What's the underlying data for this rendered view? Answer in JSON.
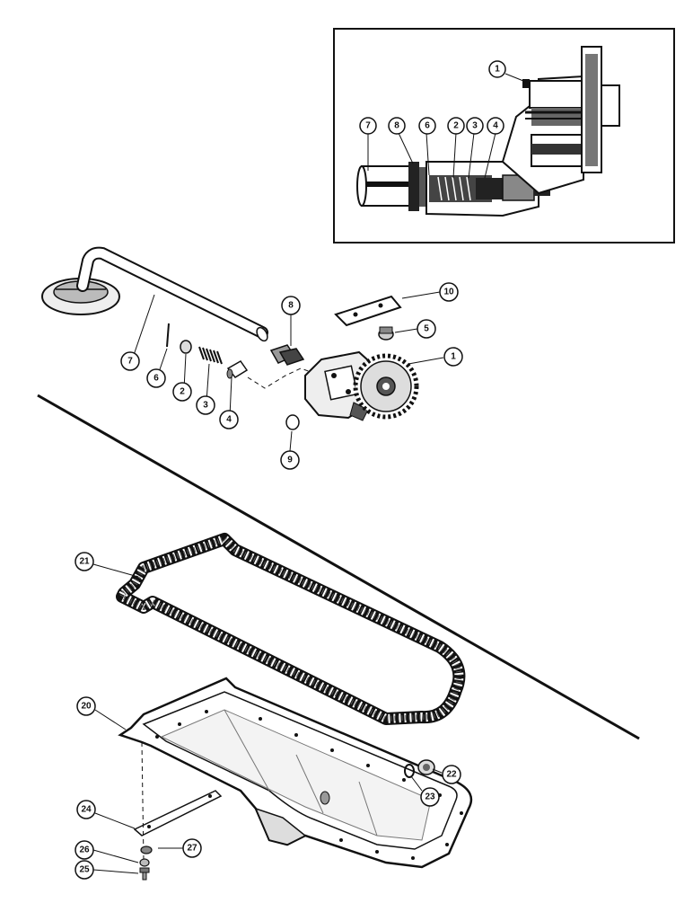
{
  "callouts": {
    "c1a": "1",
    "c2a": "2",
    "c3a": "3",
    "c4a": "4",
    "c6a": "6",
    "c7a": "7",
    "c8a": "8",
    "c1": "1",
    "c2": "2",
    "c3": "3",
    "c4": "4",
    "c5": "5",
    "c6": "6",
    "c7": "7",
    "c8": "8",
    "c9": "9",
    "c10": "10",
    "c20": "20",
    "c21": "21",
    "c22": "22",
    "c23": "23",
    "c24": "24",
    "c25": "25",
    "c26": "26",
    "c27": "27"
  },
  "colors": {
    "ink": "#111111",
    "paper": "#ffffff"
  }
}
